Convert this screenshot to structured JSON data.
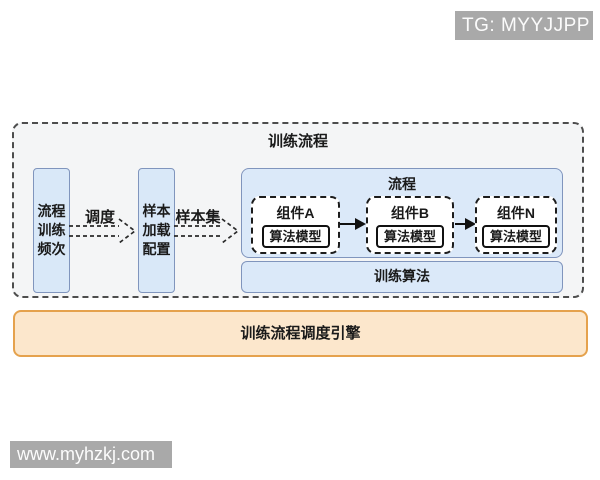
{
  "badges": {
    "tg": "TG: MYYJJPP",
    "watermark": "www.myhzkj.com"
  },
  "diagram": {
    "container_title": "训练流程",
    "nodes": {
      "frequency": "流程\n训练\n频次",
      "sample_config": "样本\n加载\n配置"
    },
    "edges": {
      "schedule": "调度",
      "sample_set": "样本集"
    },
    "process": {
      "title": "流程",
      "components": [
        {
          "label": "组件A",
          "model": "算法模型"
        },
        {
          "label": "组件B",
          "model": "算法模型"
        },
        {
          "label": "组件N",
          "model": "算法模型"
        }
      ],
      "training_algorithm": "训练算法"
    },
    "engine": "训练流程调度引擎"
  },
  "colors": {
    "node_fill": "#d9e8f8",
    "node_border": "#8095bd",
    "container_fill": "#f4f5f6",
    "container_border": "#4d4d4d",
    "engine_fill": "#fce7cc",
    "engine_border": "#e5a24d",
    "badge_bg": "#a9a9a9",
    "arrow": "#2a2a2a"
  }
}
